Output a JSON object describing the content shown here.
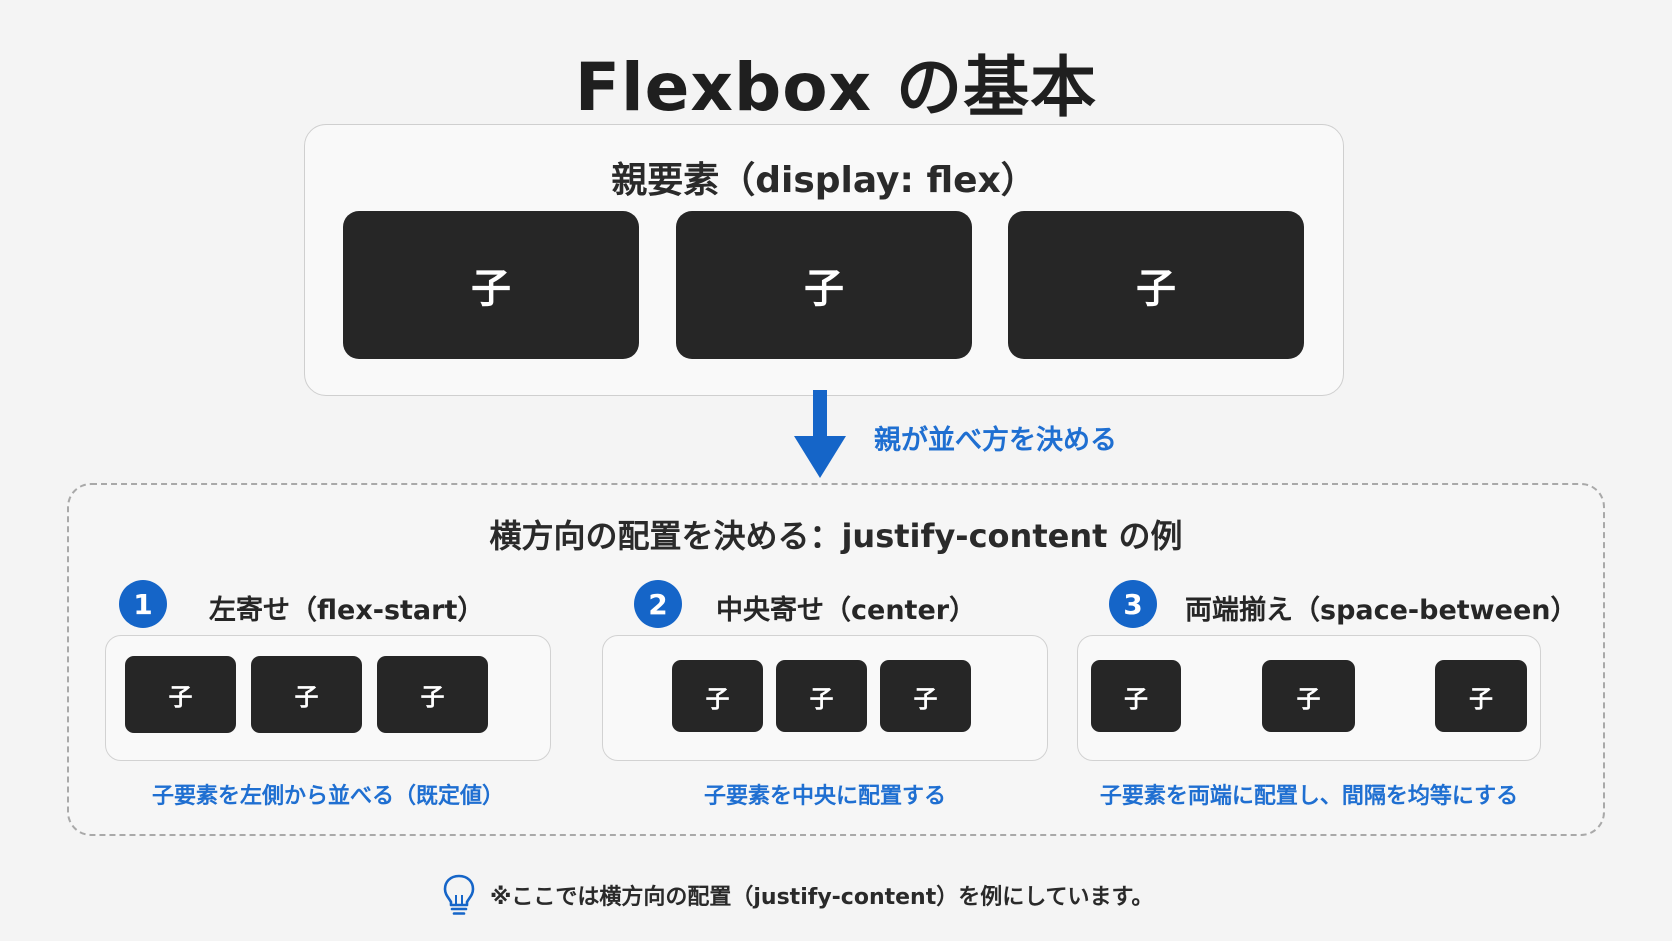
{
  "title": "Flexbox の基本",
  "parent": {
    "label": "親要素（display: flex）",
    "children": [
      "子",
      "子",
      "子"
    ]
  },
  "arrow_label": "親が並べ方を決める",
  "examples_section": {
    "title": "横方向の配置を決める：justify-content の例",
    "items": [
      {
        "number": "1",
        "label": "左寄せ（flex-start）",
        "children": [
          "子",
          "子",
          "子"
        ],
        "description": "子要素を左側から並べる（既定値）"
      },
      {
        "number": "2",
        "label": "中央寄せ（center）",
        "children": [
          "子",
          "子",
          "子"
        ],
        "description": "子要素を中央に配置する"
      },
      {
        "number": "3",
        "label": "両端揃え（space-between）",
        "children": [
          "子",
          "子",
          "子"
        ],
        "description": "子要素を両端に配置し、間隔を均等にする"
      }
    ]
  },
  "note": {
    "icon": "lightbulb-icon",
    "text": "※ここでは横方向の配置（justify-content）を例にしています。"
  },
  "colors": {
    "accent": "#1565c8",
    "child_box": "#262626",
    "blue_text": "#1f6fd1"
  }
}
